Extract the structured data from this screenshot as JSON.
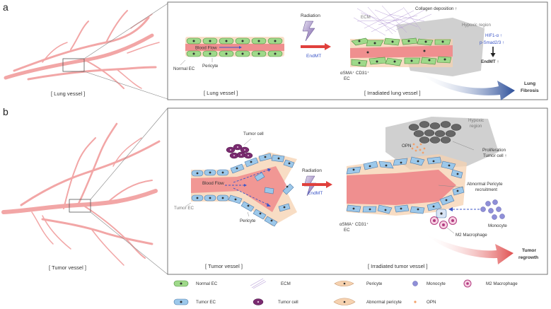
{
  "panel_a": {
    "letter": "a",
    "left_caption": "[ Lung vessel ]",
    "mid_caption": "[ Lung vessel ]",
    "right_caption": "[ Irradiated lung vessel ]",
    "blood_flow": "Blood Flow",
    "normal_ec": "Normal EC",
    "pericyte": "Pericyte",
    "radiation": "Radiation",
    "endmt": "EndMT",
    "ecm": "ECM",
    "collagen": "Collagen deposition ↑",
    "hypoxic": "Hypoxic region",
    "hif": "HIF1-α ↑",
    "psmad": "p-Smad2/3 ↑",
    "endmt_up": "EndMT ↑",
    "asma": "αSMA⁺ CD31⁺",
    "ec": "EC",
    "outcome_line1": "Lung",
    "outcome_line2": "Fibrosis"
  },
  "panel_b": {
    "letter": "b",
    "left_caption": "[ Tumor vessel ]",
    "mid_caption": "[ Tumor vessel ]",
    "right_caption": "[ Irradiated tumor vessel ]",
    "tumor_cell": "Tumor cell",
    "blood_flow": "Blood Flow",
    "tumor_ec": "Tumor EC",
    "pericyte": "Pericyte",
    "radiation": "Radiation",
    "endmt": "EndMT",
    "hypoxic_line1": "Hypoxic",
    "hypoxic_line2": "region",
    "opn": "OPN",
    "prolif_line1": "Proliferation",
    "prolif_line2": "Tumor cell ↑",
    "abn_line1": "Abnormal Pericyte",
    "abn_line2": "recruitment",
    "monocyte": "Monocyte",
    "m2": "M2 Macrophage",
    "asma": "αSMA⁺ CD31⁺",
    "ec": "EC",
    "outcome_line1": "Tumor",
    "outcome_line2": "regrowth"
  },
  "legend": {
    "items": [
      "Normal EC",
      "ECM",
      "Pericyte",
      "Monocyte",
      "M2 Macrophage",
      "Tumor EC",
      "Tumor cell",
      "Abnormal pericyte",
      "OPN"
    ]
  },
  "colors": {
    "normal_ec": "#9fd98a",
    "tumor_ec": "#9cc8ea",
    "pericyte": "#f6d2b0",
    "vessel": "#f08c8c",
    "radiation_arrow": "#e0403c",
    "endmt_text": "#3b55c7",
    "monocyte": "#8f8fd8",
    "tumor_cell": "#7a2a70",
    "hypoxic": "#c8c8c8",
    "opn": "#f2a06a"
  }
}
